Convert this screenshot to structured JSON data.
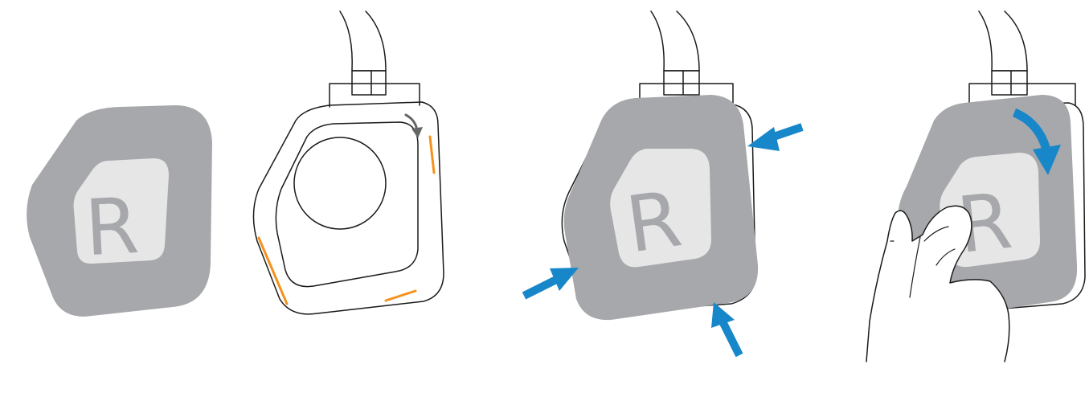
{
  "figure": {
    "pad_side_label": "R",
    "steps": [
      {
        "name": "detached-ear-pad"
      },
      {
        "name": "ear-cup-with-guide-marks"
      },
      {
        "name": "press-pad-into-place"
      },
      {
        "name": "rotate-pad-to-lock"
      }
    ]
  },
  "colors": {
    "pad_fill": "#a7a8ab",
    "pad_label_plate": "#e6e6e7",
    "pad_letter": "#a7a8ab",
    "outline": "#1a1a1a",
    "guide_mark": "#f5911e",
    "arrow": "#1787c9",
    "rotate_hint": "#666666",
    "background": "#ffffff"
  }
}
